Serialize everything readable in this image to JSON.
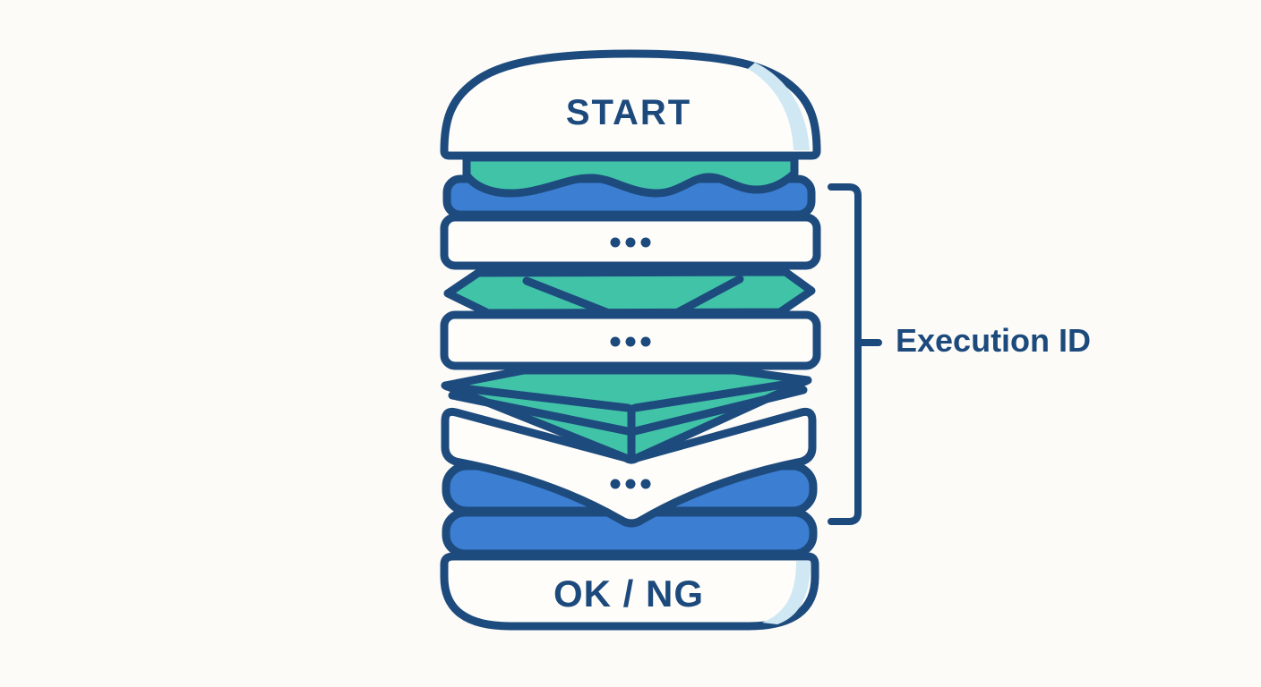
{
  "page": {
    "background": "#fcfbf8"
  },
  "palette": {
    "outline_navy": "#1e4b7d",
    "text_navy": "#1d4a7c",
    "teal": "#41c3a8",
    "blue": "#3b7ed2",
    "layer_white": "#fefdfa",
    "bun_highlight_blue": "#cfe8f3"
  },
  "burger": {
    "top_bun_label": "START",
    "bottom_bun_label": "OK / NG",
    "rows": [
      {
        "name": "lettuce",
        "kind": "teal-wave"
      },
      {
        "name": "patty-1",
        "kind": "blue-bar"
      },
      {
        "name": "step-row-1",
        "kind": "white-bar",
        "dots": "•••"
      },
      {
        "name": "cheese-slice",
        "kind": "teal-flat-slice"
      },
      {
        "name": "step-row-2",
        "kind": "white-bar",
        "dots": "•••"
      },
      {
        "name": "folded-slice",
        "kind": "teal-chevron"
      },
      {
        "name": "step-chevron",
        "kind": "white-chevron",
        "dots": "•••"
      },
      {
        "name": "patty-2",
        "kind": "blue-bar"
      },
      {
        "name": "patty-3",
        "kind": "blue-bar"
      }
    ]
  },
  "annotation": {
    "bracket_label": "Execution ID"
  }
}
